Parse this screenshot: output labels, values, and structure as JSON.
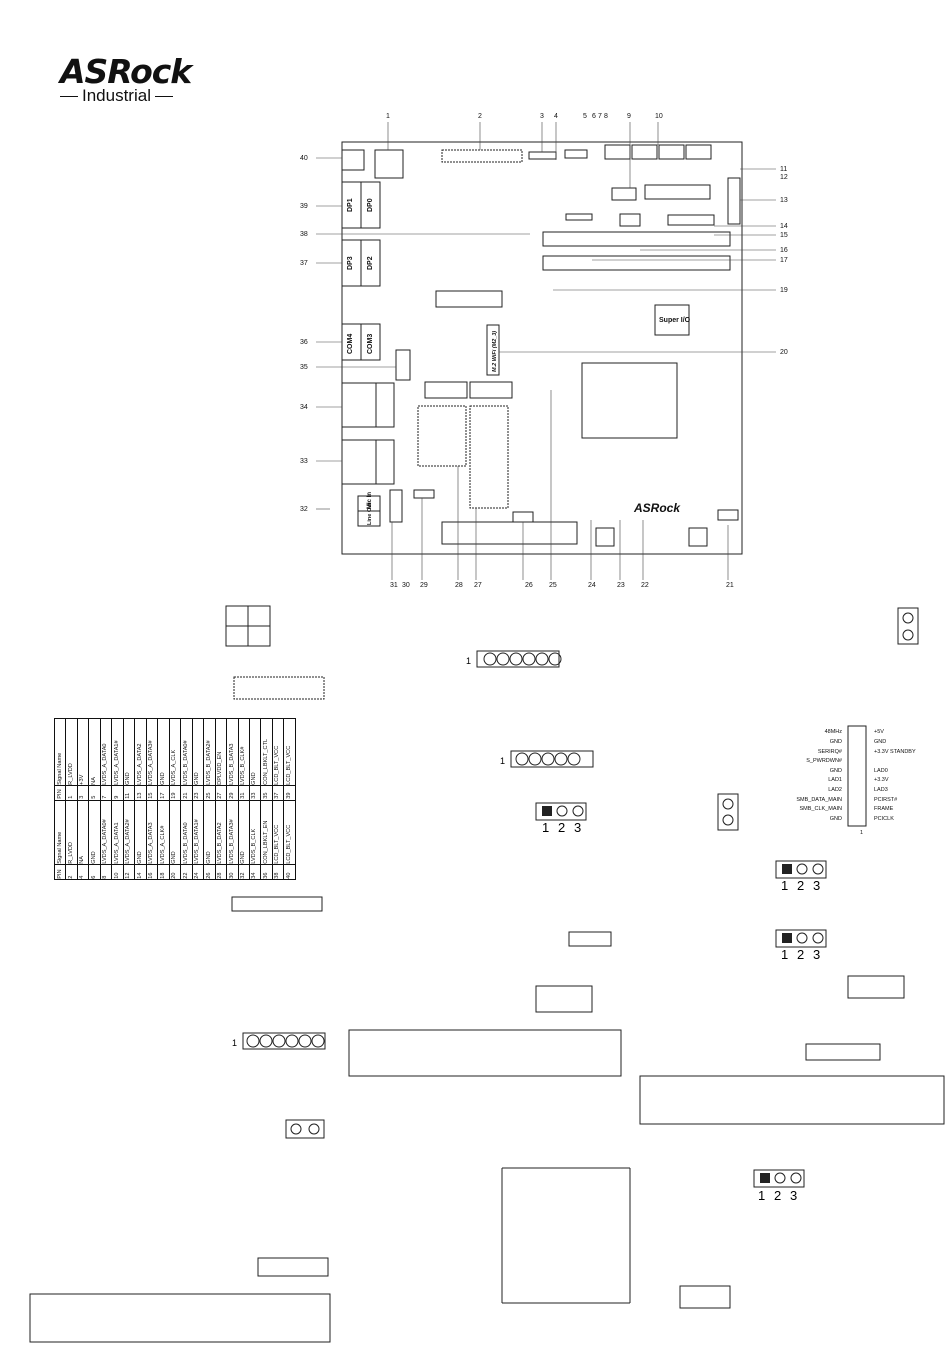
{
  "brand": {
    "name": "ASRock",
    "division": "Industrial"
  },
  "board": {
    "labels": {
      "dp1": "DP1",
      "dp0": "DP0",
      "dp3": "DP3",
      "dp2": "DP2",
      "com4": "COM4",
      "com3": "COM3",
      "mic_in": "Mic In",
      "line_out": "Line Out",
      "super_io": "Super I/O",
      "m2_wifi": "M.2 WiFi (M2_3)",
      "board_logo": "ASRock"
    },
    "top_callouts": [
      "1",
      "2",
      "3",
      "4",
      "5",
      "6",
      "7",
      "8",
      "9",
      "10"
    ],
    "right_callouts": [
      "11",
      "12",
      "13",
      "14",
      "15",
      "16",
      "17",
      "19",
      "20",
      "21"
    ],
    "left_callouts": [
      "40",
      "39",
      "38",
      "37",
      "36",
      "35",
      "34",
      "33",
      "32"
    ],
    "bottom_callouts": [
      "31",
      "30",
      "29",
      "28",
      "27",
      "26",
      "25",
      "24",
      "23",
      "22"
    ]
  },
  "lvds_table": {
    "header_pin": "PIN",
    "header_signal": "Signal Name",
    "rows_even": [
      [
        "2",
        "R_LVDD"
      ],
      [
        "4",
        "+3V"
      ],
      [
        "6",
        "NA"
      ],
      [
        "8",
        "LVDS_A_DATA0"
      ],
      [
        "10",
        "LVDS_A_DATA1#"
      ],
      [
        "12",
        "GND"
      ],
      [
        "14",
        "LVDS_A_DATA2"
      ],
      [
        "16",
        "LVDS_A_DATA3#"
      ],
      [
        "18",
        "GND"
      ],
      [
        "20",
        "LVDS_A_CLK"
      ],
      [
        "22",
        "LVDS_B_DATA0#"
      ],
      [
        "24",
        "GND"
      ],
      [
        "26",
        "LVDS_B_DATA2#"
      ],
      [
        "28",
        "DPLVDD_EN"
      ],
      [
        "30",
        "LVDS_B_DATA3"
      ],
      [
        "32",
        "LVDS_B_CLK#"
      ],
      [
        "34",
        "GND"
      ],
      [
        "36",
        "CON_LBKLT_CTL"
      ],
      [
        "38",
        "LCD_BLT_VCC"
      ],
      [
        "40",
        "LCD_BLT_VCC"
      ]
    ],
    "rows_odd": [
      [
        "1",
        "R_LVDD"
      ],
      [
        "3",
        "NA"
      ],
      [
        "5",
        "GND"
      ],
      [
        "7",
        "LVDS_A_DATA0#"
      ],
      [
        "9",
        "LVDS_A_DATA1"
      ],
      [
        "11",
        "LVDS_A_DATA2#"
      ],
      [
        "13",
        "GND"
      ],
      [
        "15",
        "LVDS_A_DATA3"
      ],
      [
        "17",
        "LVDS_A_CLK#"
      ],
      [
        "19",
        "GND"
      ],
      [
        "21",
        "LVDS_B_DATA0"
      ],
      [
        "23",
        "LVDS_B_DATA1#"
      ],
      [
        "25",
        "GND"
      ],
      [
        "27",
        "LVDS_B_DATA2"
      ],
      [
        "29",
        "LVDS_B_DATA3#"
      ],
      [
        "31",
        "GND"
      ],
      [
        "33",
        "LVDS_B_CLK"
      ],
      [
        "35",
        "CON_LBKLT_EN"
      ],
      [
        "37",
        "LCD_BLT_VCC"
      ],
      [
        "39",
        "LCD_BLT_VCC"
      ]
    ]
  },
  "lpc_header": {
    "left_labels": [
      "48MHz",
      "GND",
      "SERIRQ#",
      "S_PWRDWN#",
      "GND",
      "LAD1",
      "LAD2",
      "SMB_DATA_MAIN",
      "SMB_CLK_MAIN",
      "GND"
    ],
    "right_labels": [
      "+5V",
      "GND",
      "+3.3V STANDBY",
      "",
      "LAD0",
      "+3.3V",
      "LAD3",
      "PCIRST#",
      "FRAME",
      "PCICLK"
    ],
    "pin1_label": "1"
  },
  "pin_numbers": [
    "1",
    "2",
    "3"
  ],
  "pin1": "1"
}
